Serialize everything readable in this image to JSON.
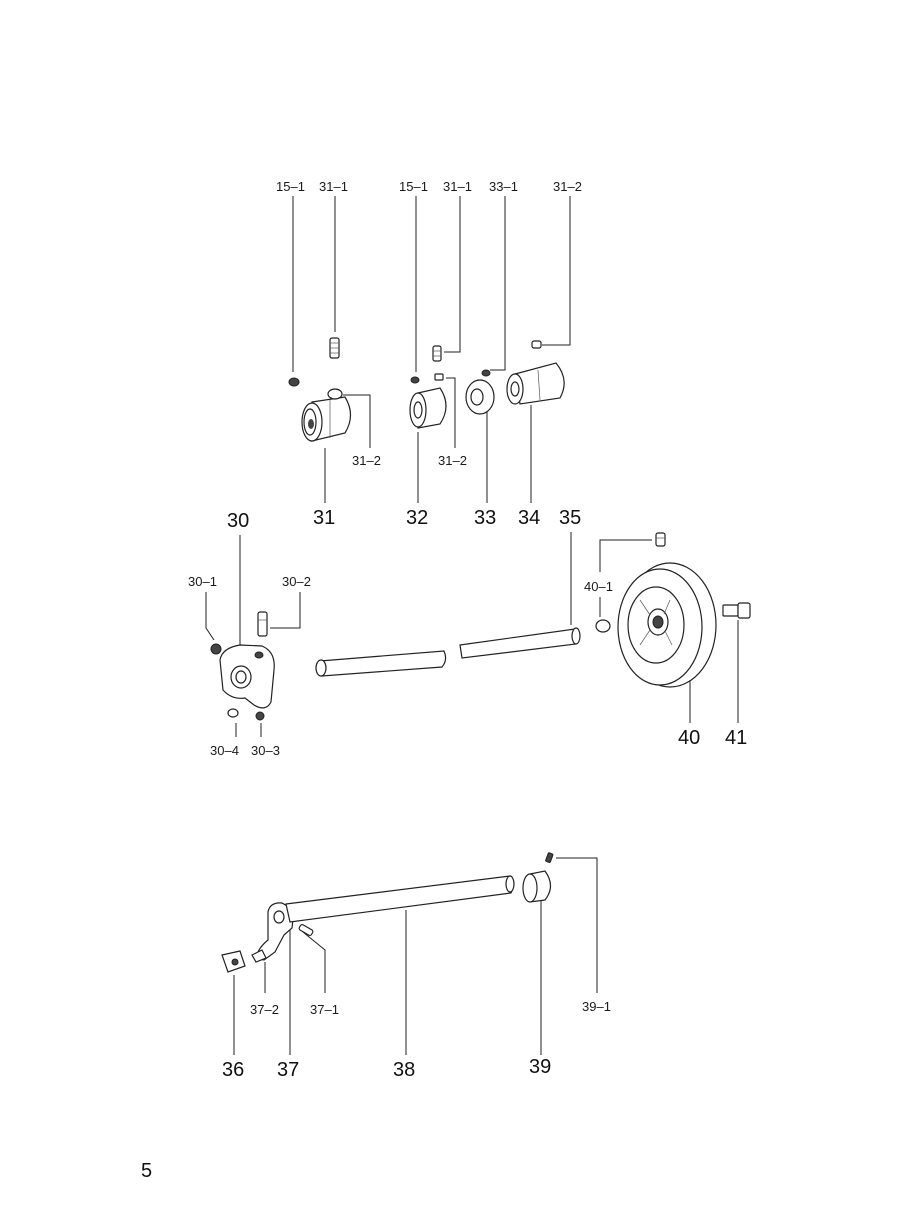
{
  "page_number": "5",
  "labels": {
    "l_15_1a": "15–1",
    "l_31_1a": "31–1",
    "l_15_1b": "15–1",
    "l_31_1b": "31–1",
    "l_33_1": "33–1",
    "l_31_2c": "31–2",
    "l_31_2a": "31–2",
    "l_31_2b": "31–2",
    "n31": "31",
    "n32": "32",
    "n33": "33",
    "n34": "34",
    "n35": "35",
    "n30": "30",
    "l_30_1": "30–1",
    "l_30_2": "30–2",
    "l_30_4": "30–4",
    "l_30_3": "30–3",
    "l_40_1": "40–1",
    "n40": "40",
    "n41": "41",
    "l_37_2": "37–2",
    "l_37_1": "37–1",
    "l_39_1": "39–1",
    "n36": "36",
    "n37": "37",
    "n38": "38",
    "n39": "39"
  }
}
